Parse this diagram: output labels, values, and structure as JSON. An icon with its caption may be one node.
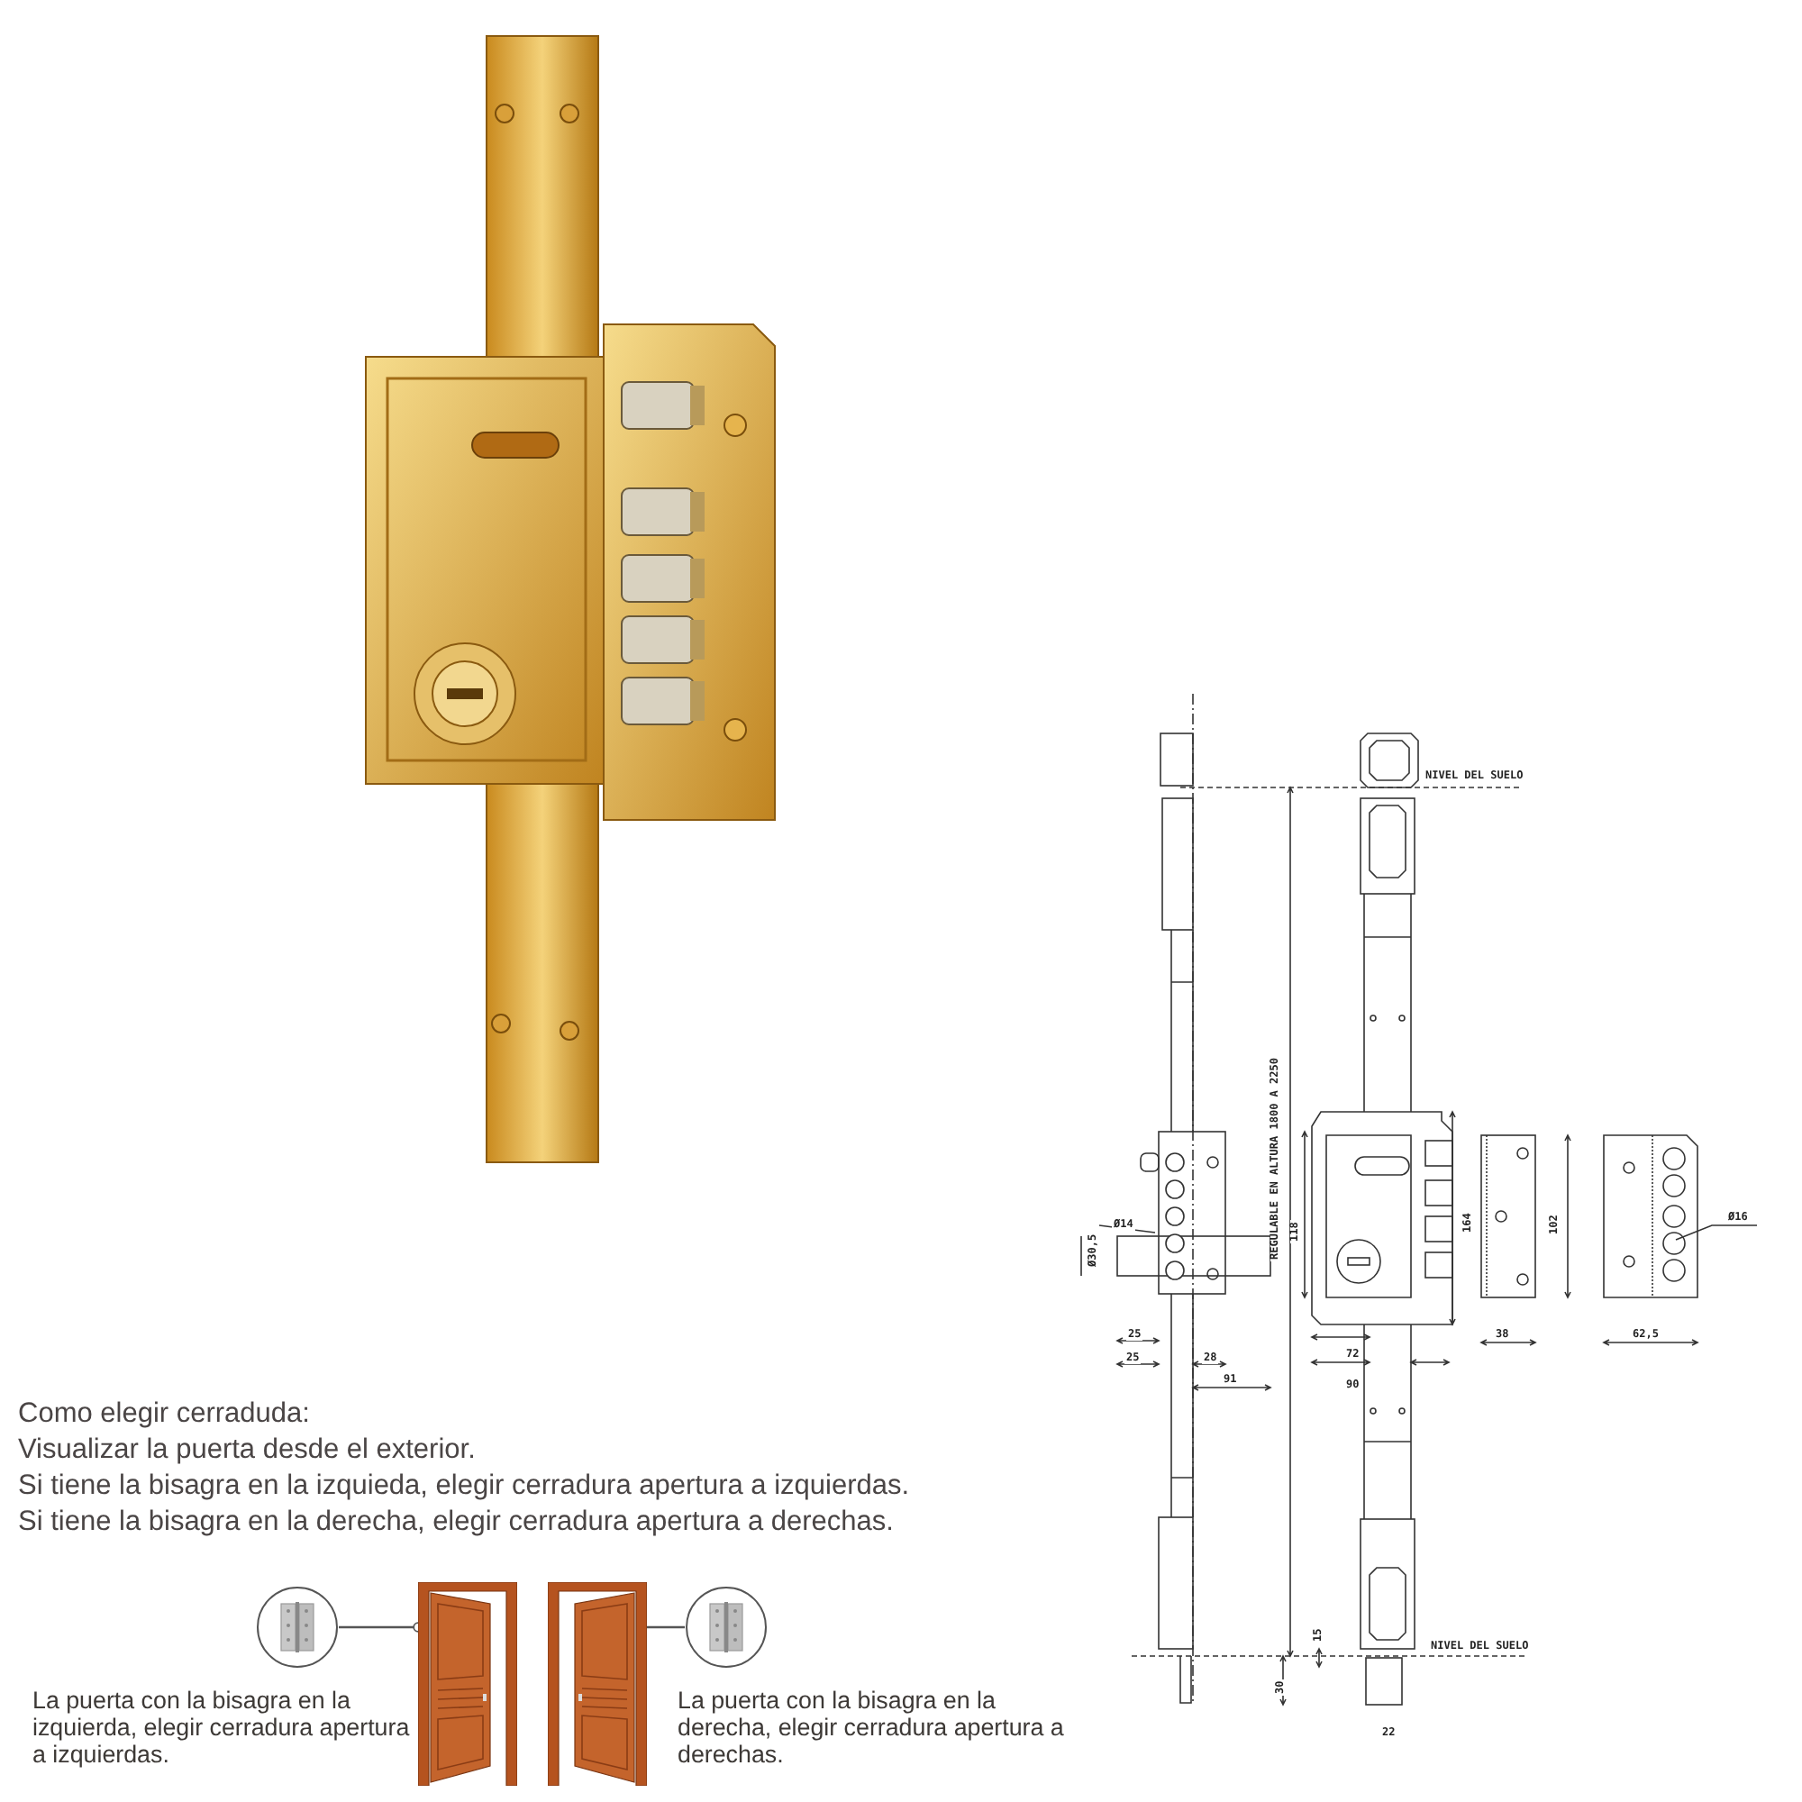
{
  "diagram": {
    "nodes": [
      {
        "text": [],
        "shape": "picture"
      },
      {
        "text": [],
        "shape": "picture"
      },
      {
        "text": [],
        "shape": "picture"
      },
      {
        "text": [],
        "shape": "picture"
      }
    ],
    "edges": [
      {
        "from": 0,
        "to": 1,
        "arrow": "other"
      },
      {
        "from": 3,
        "to": 2,
        "arrow": "none"
      }
    ],
    "labels": [
      "NIVEL DEL SUELO",
      "REGULABLE EN ALTURA 1800 A 2250",
      "118",
      "164",
      "102",
      "Ø14",
      "Ø16",
      "Ø30,5",
      "25",
      "25",
      "28",
      "72",
      "38",
      "62,5",
      "91",
      "90",
      "NIVEL DEL SUELO",
      "15",
      "30",
      "22",
      "Como elegir cerraduda:",
      "Visualizar la puerta desde el exterior.",
      "Si tiene la bisagra en la izquieda, elegir cerradura apertura a izquierdas.",
      "Si tiene la bisagra en la derecha, elegir cerradura apertura a derechas.",
      "La puerta con la bisagra en la izquierda, elegir cerradura apertura a izquierdas.",
      "La puerta con la bisagra en la derecha, elegir cerradura apertura a derechas."
    ]
  }
}
